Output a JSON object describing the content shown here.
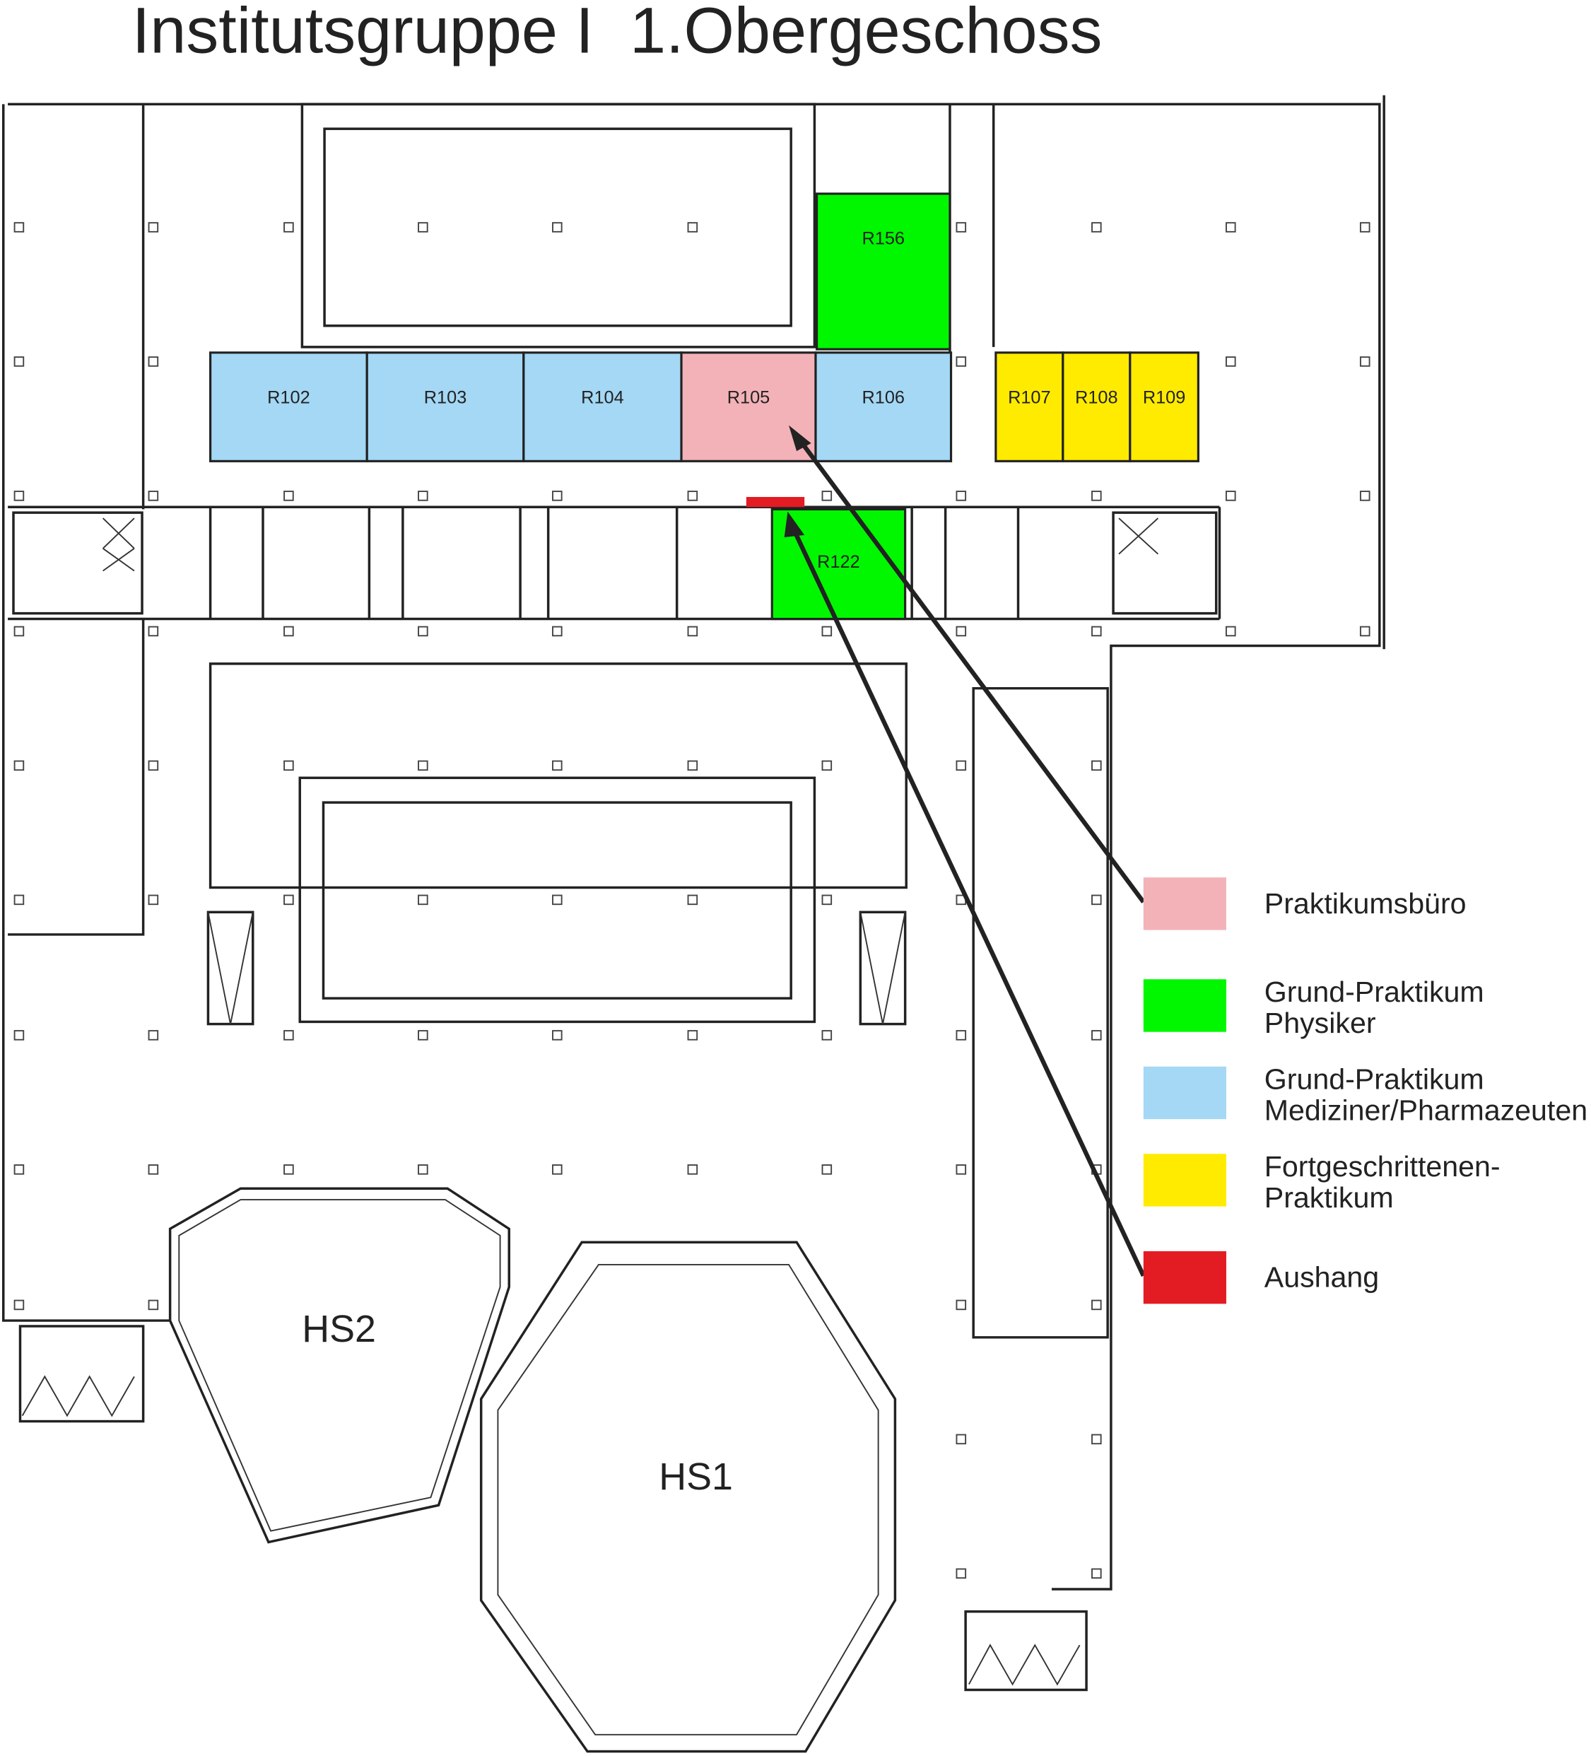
{
  "title": "Institutsgruppe I  1.Obergeschoss",
  "colors": {
    "praktikumsbuero": "#f3b2b8",
    "grund_physiker": "#00f700",
    "grund_mediziner": "#a4d8f5",
    "fortgeschritten": "#ffeb00",
    "aushang": "#e31b23",
    "walls": "#222222"
  },
  "rooms": [
    {
      "label": "R102",
      "category": "grund_mediziner"
    },
    {
      "label": "R103",
      "category": "grund_mediziner"
    },
    {
      "label": "R104",
      "category": "grund_mediziner"
    },
    {
      "label": "R105",
      "category": "praktikumsbuero"
    },
    {
      "label": "R106",
      "category": "grund_mediziner"
    },
    {
      "label": "R156",
      "category": "grund_physiker"
    },
    {
      "label": "R107",
      "category": "fortgeschritten"
    },
    {
      "label": "R108",
      "category": "fortgeschritten"
    },
    {
      "label": "R109",
      "category": "fortgeschritten"
    },
    {
      "label": "R122",
      "category": "grund_physiker"
    }
  ],
  "halls": [
    {
      "label": "HS2"
    },
    {
      "label": "HS1"
    }
  ],
  "legend": [
    {
      "key": "praktikumsbuero",
      "lines": [
        "Praktikumsbüro"
      ]
    },
    {
      "key": "grund_physiker",
      "lines": [
        "Grund-Praktikum",
        "Physiker"
      ]
    },
    {
      "key": "grund_mediziner",
      "lines": [
        "Grund-Praktikum",
        "Mediziner/Pharmazeuten"
      ]
    },
    {
      "key": "fortgeschritten",
      "lines": [
        "Fortgeschrittenen-",
        "Praktikum"
      ]
    },
    {
      "key": "aushang",
      "lines": [
        "Aushang"
      ]
    }
  ]
}
